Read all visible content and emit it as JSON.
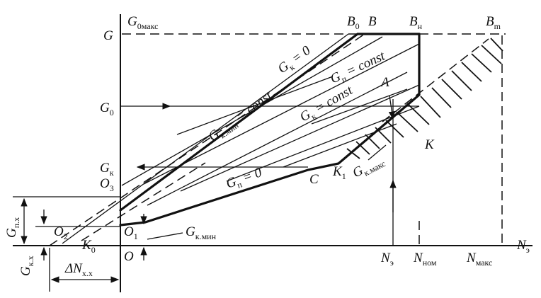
{
  "axes": {
    "y_top": "G",
    "y_top_sub": "0макс",
    "x_right": "N",
    "x_right_sub": "э"
  },
  "left_labels": {
    "G": "G",
    "G0": "G",
    "G0_sub": "0",
    "Gk": "G",
    "Gk_sub": "к",
    "O3": "O",
    "O3_sub": "3"
  },
  "top_labels": {
    "B0": "B",
    "B0_sub": "0",
    "B": "B",
    "Bn": "B",
    "Bn_sub": "н",
    "Bm": "B",
    "Bm_sub": "m"
  },
  "curve_labels": {
    "gk0": "G",
    "gk0_sub": "к",
    "gk0_tail": " = 0",
    "gp_const": "G",
    "gp_const_sub": "п",
    "gp_const_tail": " = const",
    "gkmin_const": "G",
    "gkmin_const_sub": "к.мин",
    "gkmin_const_tail": " = const",
    "gk_const": "G",
    "gk_const_sub": "к",
    "gk_const_tail": " = const",
    "gp0": "G",
    "gp0_sub": "п",
    "gp0_tail": " = 0",
    "gkmax": "G",
    "gkmax_sub": "к.макс"
  },
  "points": {
    "A": "A",
    "C": "C",
    "K": "K",
    "K1": "K",
    "K1_sub": "1",
    "K0": "K",
    "K0_sub": "0",
    "O": "O",
    "O1": "O",
    "O1_sub": "1",
    "O2": "O",
    "O2_sub": "2"
  },
  "bottom_labels": {
    "Ne": "N",
    "Ne_sub": "э",
    "Nnom": "N",
    "Nnom_sub": "ном",
    "Nmax": "N",
    "Nmax_sub": "макс",
    "dN": "ΔN",
    "dN_sub": "х.х"
  },
  "dimension_labels": {
    "Gpx": "G",
    "Gpx_sub": "п.х",
    "Gkx": "G",
    "Gkx_sub": "к.х",
    "Gkmin": "G",
    "Gkmin_sub": "к.мин"
  }
}
